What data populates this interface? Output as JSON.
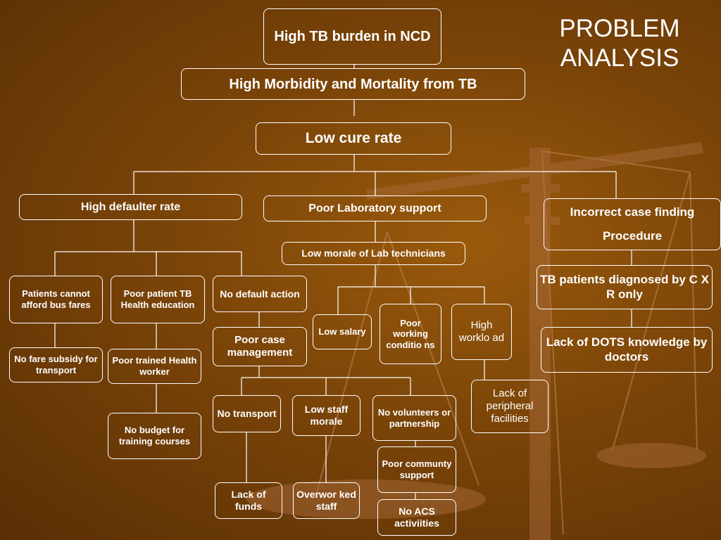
{
  "title": "PROBLEM ANALYSIS",
  "nodes": {
    "tb_burden": "High TB burden in NCD",
    "morbidity": "High Morbidity and Mortality from TB",
    "low_cure": "Low cure rate",
    "defaulter": "High defaulter rate",
    "lab_support": "Poor Laboratory support",
    "case_finding_1": "Incorrect  case finding",
    "case_finding_2": "Procedure",
    "lab_morale": "Low morale of Lab technicians",
    "bus_fares": "Patients cannot afford bus fares",
    "tb_education": "Poor patient TB Health education",
    "default_action": "No default action",
    "low_salary": "Low salary",
    "working_conditions": "Poor working conditio ns",
    "high_workload": "High worklo ad",
    "cxr": "TB patients diagnosed by C X R only",
    "fare_subsidy": "No fare subsidy for transport",
    "trained_worker": "Poor trained Health worker",
    "case_management": "Poor case management",
    "dots_knowledge": "Lack of DOTS knowledge by doctors",
    "peripheral": "Lack of peripheral facilities",
    "no_transport": "No transport",
    "staff_morale": "Low staff morale",
    "volunteers": "No volunteers or partnership",
    "training_budget": "No budget for training courses",
    "community_support": "Poor communty support",
    "lack_funds": "Lack of funds",
    "overworked": "Overwor ked staff",
    "acs": "No ACS activiities"
  },
  "colors": {
    "background": "#7a4408",
    "box_border": "#ffffff",
    "text": "#ffffff"
  }
}
